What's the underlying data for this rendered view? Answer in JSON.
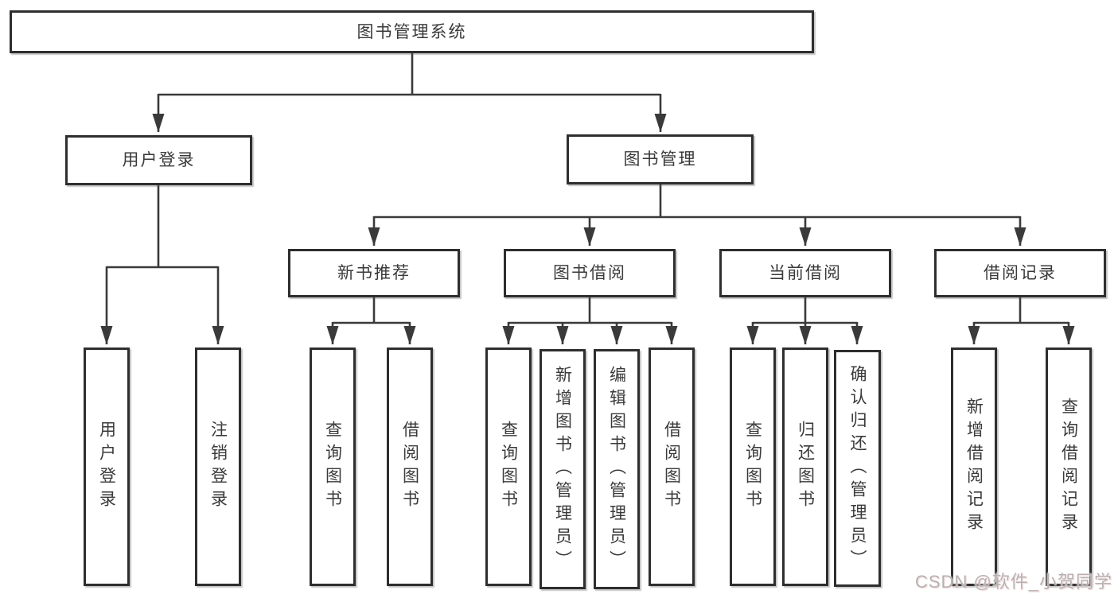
{
  "diagram": {
    "tree": {
      "label": "图书管理系统",
      "children": [
        {
          "label": "用户登录",
          "children": [
            {
              "label": "用户登录"
            },
            {
              "label": "注销登录"
            }
          ]
        },
        {
          "label": "图书管理",
          "children": [
            {
              "label": "新书推荐",
              "children": [
                {
                  "label": "查询图书"
                },
                {
                  "label": "借阅图书"
                }
              ]
            },
            {
              "label": "图书借阅",
              "children": [
                {
                  "label": "查询图书"
                },
                {
                  "label": "新增图书（管理员）"
                },
                {
                  "label": "编辑图书（管理员）"
                },
                {
                  "label": "借阅图书"
                }
              ]
            },
            {
              "label": "当前借阅",
              "children": [
                {
                  "label": "查询图书"
                },
                {
                  "label": "归还图书"
                },
                {
                  "label": "确认归还（管理员）"
                }
              ]
            },
            {
              "label": "借阅记录",
              "children": [
                {
                  "label": "新增借阅记录"
                },
                {
                  "label": "查询借阅记录"
                }
              ]
            }
          ]
        }
      ]
    },
    "line_color": "#3a3a3a",
    "border_color": "#2e2e2e",
    "background_color": "#ffffff"
  },
  "watermark": {
    "text": "CSDN @软件_小贺同学"
  }
}
